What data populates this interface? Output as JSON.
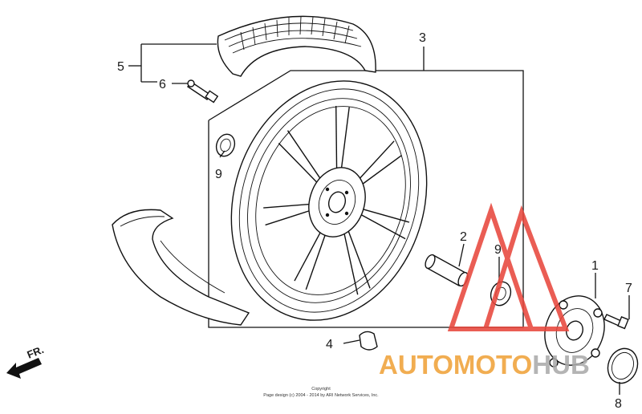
{
  "callouts": {
    "c1": "1",
    "c2": "2",
    "c3": "3",
    "c4": "4",
    "c5": "5",
    "c6": "6",
    "c7": "7",
    "c8": "8",
    "c9a": "9",
    "c9b": "9"
  },
  "direction_label": "FR.",
  "copyright": {
    "line1": "Copyright",
    "line2": "Page design (c) 2004 - 2014 by ARI Network Services, Inc."
  },
  "watermark": {
    "part1": "AUTOMOTO",
    "part2": "HUB",
    "color_primary": "#f0a23a",
    "color_secondary": "#aaaaaa",
    "triangle_color": "#e8473d"
  }
}
